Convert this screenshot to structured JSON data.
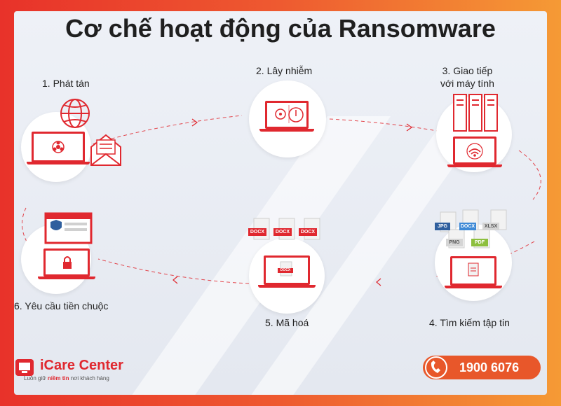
{
  "title": "Cơ chế hoạt động của Ransomware",
  "steps": [
    {
      "label": "1. Phát tán"
    },
    {
      "label": "2. Lây nhiễm"
    },
    {
      "label_line1": "3. Giao tiếp",
      "label_line2": "với máy tính"
    },
    {
      "label": "4. Tìm kiếm tập tin"
    },
    {
      "label": "5. Mã hoá"
    },
    {
      "label": "6. Yêu cầu tiền chuộc"
    }
  ],
  "file_types": {
    "jpg": "JPG",
    "docx": "DOCX",
    "xlsx": "XLSX",
    "png": "PNG",
    "pdf": "PDF"
  },
  "brand": {
    "name": "iCare Center",
    "tagline_pre": "Luôn giữ ",
    "tagline_strong": "niềm tin",
    "tagline_post": " nơi khách hàng",
    "phone": "1900 6076"
  },
  "colors": {
    "accent": "#e0282f",
    "orange": "#e8572a"
  }
}
